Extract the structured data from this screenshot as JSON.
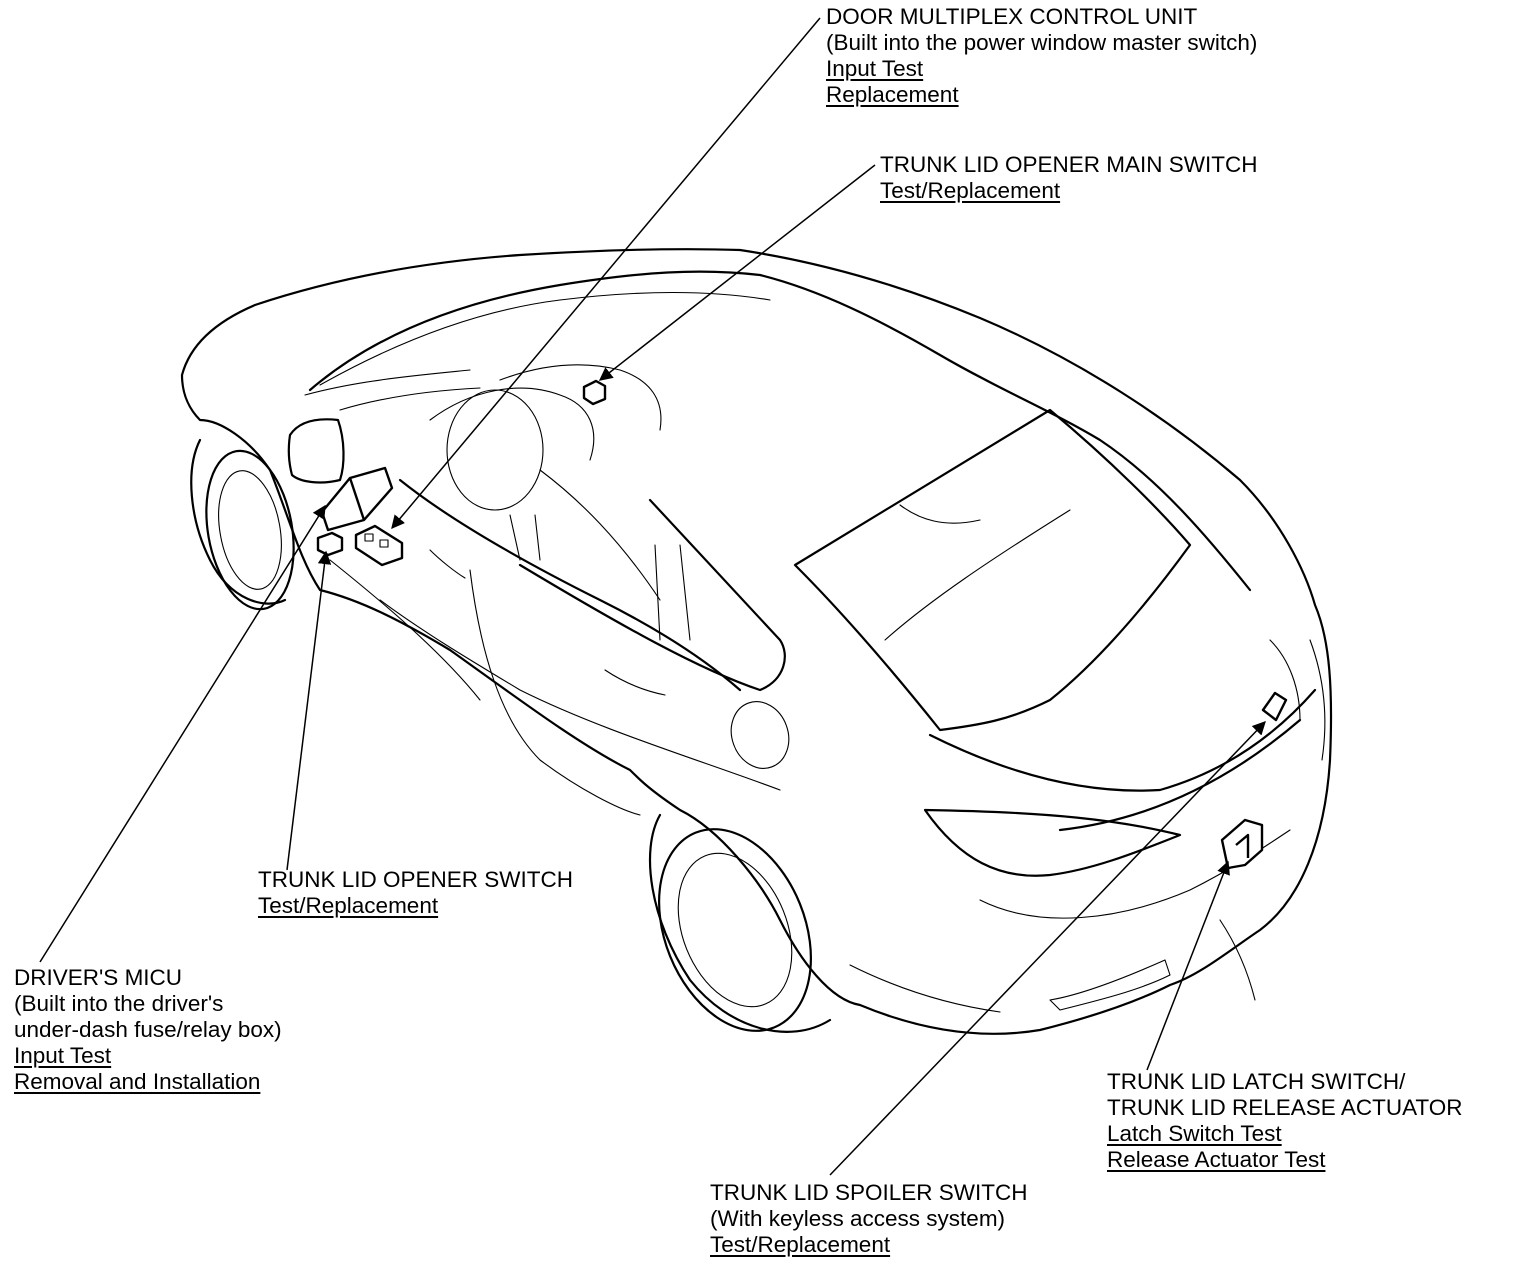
{
  "callouts": {
    "door_multiplex": {
      "title": "DOOR MULTIPLEX CONTROL UNIT",
      "note": "(Built into the power window master switch)",
      "links": [
        "Input Test",
        "Replacement"
      ]
    },
    "opener_main_switch": {
      "title": "TRUNK LID OPENER MAIN SWITCH",
      "links": [
        "Test/Replacement"
      ]
    },
    "opener_switch": {
      "title": "TRUNK LID OPENER SWITCH",
      "links": [
        "Test/Replacement"
      ]
    },
    "drivers_micu": {
      "title": "DRIVER'S MICU",
      "note_lines": [
        "(Built into the driver's",
        "under-dash fuse/relay box)"
      ],
      "links": [
        "Input Test",
        "Removal and Installation"
      ]
    },
    "latch_switch": {
      "title_lines": [
        "TRUNK LID LATCH SWITCH/",
        "TRUNK LID RELEASE ACTUATOR"
      ],
      "links": [
        "Latch Switch Test",
        "Release Actuator Test"
      ]
    },
    "spoiler_switch": {
      "title": "TRUNK LID SPOILER SWITCH",
      "note": "(With keyless access system)",
      "links": [
        "Test/Replacement"
      ]
    }
  }
}
